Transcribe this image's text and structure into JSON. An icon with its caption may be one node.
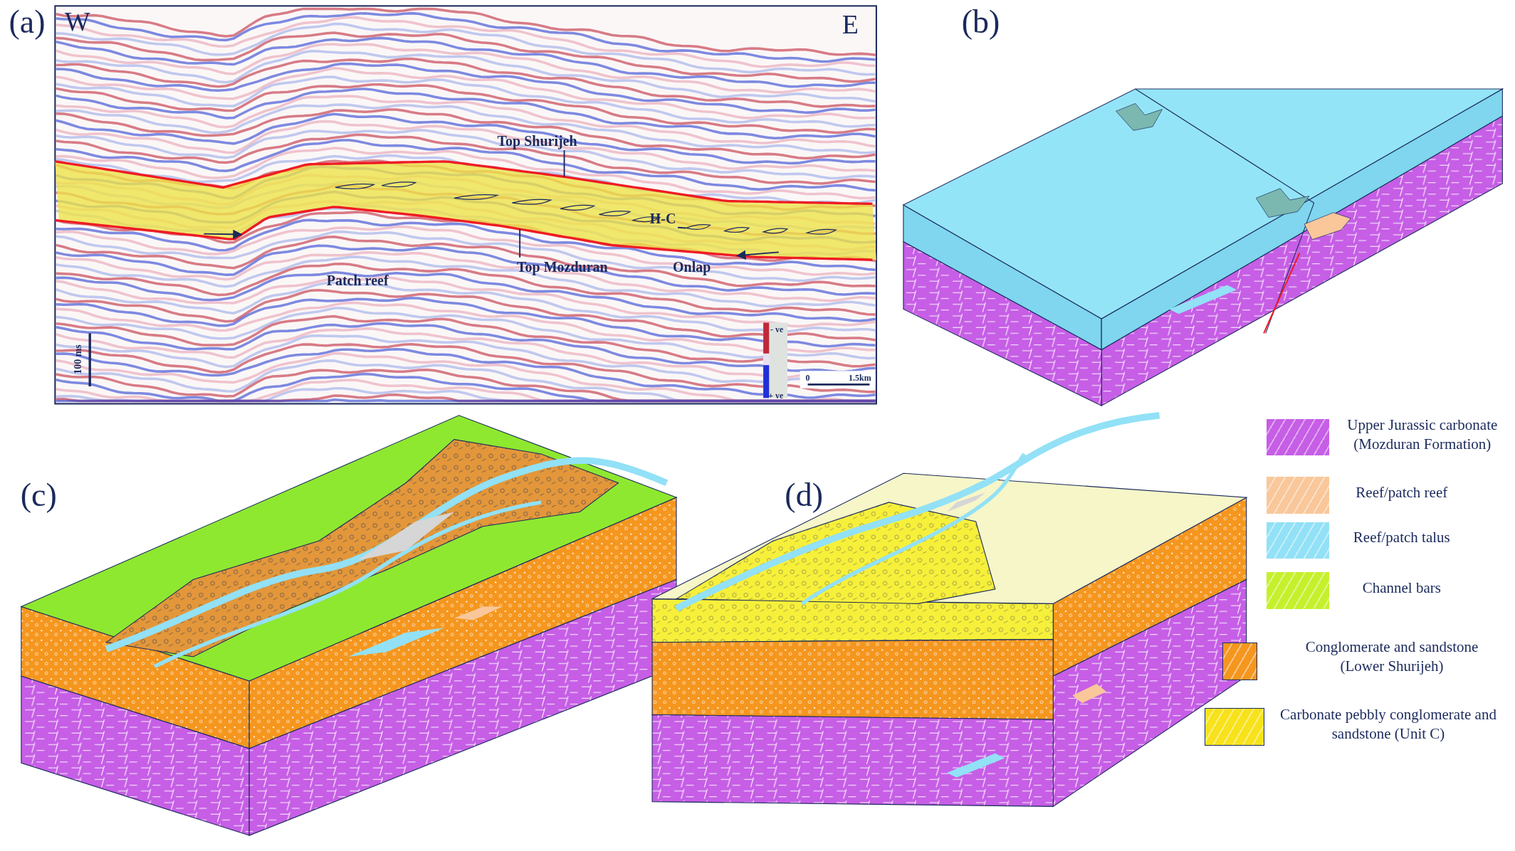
{
  "diagram": {
    "nodes": [
      {
        "text": [
          "Top Shurijeh"
        ]
      },
      {
        "text": [],
        "shape": "line"
      },
      {
        "text": [
          "Top Mozduran"
        ]
      },
      {
        "text": [],
        "shape": "line"
      },
      {
        "text": [
          "H-C"
        ]
      },
      {
        "text": [],
        "shape": "lens"
      }
    ],
    "edges": [
      {
        "from": 0,
        "to": 1,
        "arrow": "none"
      },
      {
        "from": 2,
        "to": 3,
        "arrow": "none"
      },
      {
        "from": 4,
        "to": 5,
        "arrow": "none"
      },
      {
        "from": null,
        "to": 3,
        "arrow": "to"
      },
      {
        "from": null,
        "to": 3,
        "arrow": "to"
      }
    ],
    "labels": [
      "(a)",
      "W",
      "E",
      "(b)",
      "Onlap",
      "Patch reef",
      "100 ms",
      "- ve",
      "+ ve",
      "0",
      "1.5km",
      "(c)",
      "(d)"
    ],
    "legend": [
      {
        "text": "Upper Jurassic carbonate (Mozduran Formation)",
        "color": "#c65ee6"
      },
      {
        "text": "Reef/patch reef",
        "color": "#f9c79a"
      },
      {
        "text": "Reef/patch talus",
        "color": "#92e1f6"
      },
      {
        "text": "Channel bars",
        "color": "#c6f02c"
      },
      {
        "text": "Conglomerate and sandstone (Lower Shurijeh)",
        "color": "#f5961e"
      },
      {
        "text": "Carbonate pebbly conglomerate and sandstone (Unit C)",
        "color": "#f7e21c"
      }
    ]
  }
}
